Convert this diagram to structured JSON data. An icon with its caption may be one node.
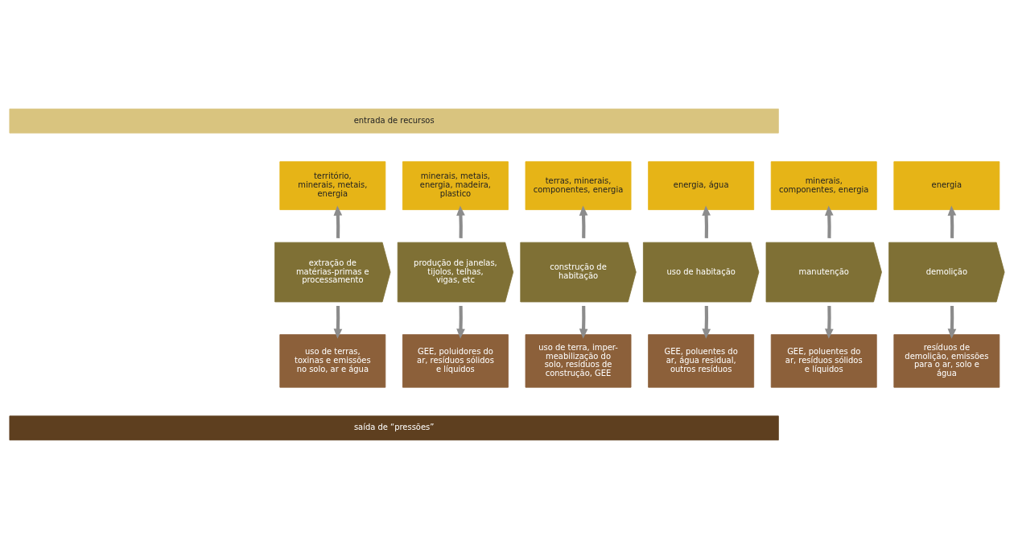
{
  "diagram": {
    "nodes": [
      {
        "text": [
          "entrada de recursos"
        ]
      },
      {
        "text": [
          "território, minerais, metais, energia"
        ]
      },
      {
        "text": [
          "minerais, metais, energia, madeira, plastico"
        ]
      },
      {
        "text": [
          "terras, minerais, componentes, energia"
        ]
      },
      {
        "text": [
          "energia, água"
        ]
      },
      {
        "text": [
          "minerais, componentes, energia"
        ]
      },
      {
        "text": [
          "energia"
        ]
      },
      {
        "text": [
          "extração de matérias-primas e processamento"
        ]
      },
      {
        "text": [
          "produção de janelas, tijolos, telhas, vigas, etc"
        ]
      },
      {
        "text": [
          "construção de habitação"
        ]
      },
      {
        "text": [
          "uso de habitação"
        ]
      },
      {
        "text": [
          "manutenção"
        ]
      },
      {
        "text": [
          "demolição"
        ]
      },
      {
        "text": [
          "uso de terras, toxinas e emissões no solo, ar e água"
        ]
      },
      {
        "text": [
          "GEE, poluidores do ar, resíduos sólidos e líquidos"
        ]
      },
      {
        "text": [
          "uso de terra, imper-meabilização do solo, resíduos de construção, GEE"
        ]
      },
      {
        "text": [
          "GEE, poluentes do ar, água residual, outros resíduos"
        ]
      },
      {
        "text": [
          "GEE, poluentes do ar, resíduos sólidos e líquidos"
        ]
      },
      {
        "text": [
          "resíduos de demolição, emissões para o ar, solo e água"
        ]
      },
      {
        "text": [
          "saída de “pressões”"
        ]
      }
    ],
    "edges": [
      {
        "from": 7,
        "to": 1,
        "arrow": "to"
      },
      {
        "from": 8,
        "to": 2,
        "arrow": "to"
      },
      {
        "from": 9,
        "to": 3,
        "arrow": "to"
      },
      {
        "from": 10,
        "to": 4,
        "arrow": "to"
      },
      {
        "from": 11,
        "to": 5,
        "arrow": "to"
      },
      {
        "from": 12,
        "to": 6,
        "arrow": "to"
      },
      {
        "from": 7,
        "to": 13,
        "arrow": "to"
      },
      {
        "from": 8,
        "to": 14,
        "arrow": "to"
      },
      {
        "from": 9,
        "to": 15,
        "arrow": "to"
      },
      {
        "from": 10,
        "to": 16,
        "arrow": "to"
      },
      {
        "from": 11,
        "to": 17,
        "arrow": "to"
      },
      {
        "from": 12,
        "to": 18,
        "arrow": "to"
      }
    ]
  }
}
